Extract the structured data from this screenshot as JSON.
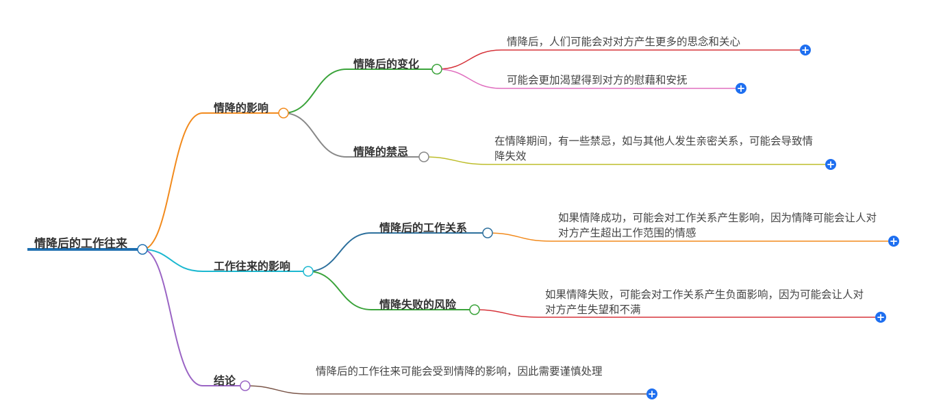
{
  "root": {
    "label": "情降后的工作往来"
  },
  "branches": [
    {
      "label": "情降的影响",
      "children": [
        {
          "label": "情降后的变化",
          "leaves": [
            "情降后，人们可能会对对方产生更多的思念和关心",
            "可能会更加渴望得到对方的慰藉和安抚"
          ]
        },
        {
          "label": "情降的禁忌",
          "leaves": [
            "在情降期间，有一些禁忌，如与其他人发生亲密关系，可能会导致情降失效"
          ]
        }
      ]
    },
    {
      "label": "工作往来的影响",
      "children": [
        {
          "label": "情降后的工作关系",
          "leaves": [
            "如果情降成功，可能会对工作关系产生影响，因为情降可能会让人对对方产生超出工作范围的情感"
          ]
        },
        {
          "label": "情降失败的风险",
          "leaves": [
            "如果情降失败，可能会对工作关系产生负面影响，因为可能会让人对对方产生失望和不满"
          ]
        }
      ]
    },
    {
      "label": "结论",
      "leaves": [
        "情降后的工作往来可能会受到情降的影响，因此需要谨慎处理"
      ]
    }
  ],
  "icons": {
    "expand": "plus-circle-icon",
    "expand_glyph": "+"
  },
  "colors": {
    "root": "#1f6fb0",
    "orange": "#f28a1c",
    "cyan": "#1bb8d0",
    "purple": "#9a64c4",
    "green": "#3aa33a",
    "gray": "#888888",
    "red": "#d6333a",
    "pink": "#e06fbf",
    "olive": "#bdbd2a",
    "blue": "#2c6f9c",
    "brown": "#7a5548",
    "plus": "#1e6ff0"
  }
}
